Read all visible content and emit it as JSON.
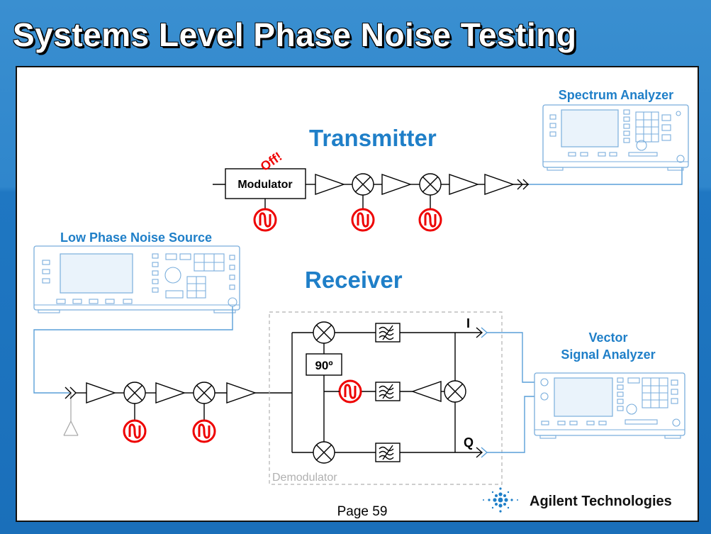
{
  "slide": {
    "title": "Systems Level Phase Noise Testing",
    "page_label": "Page 59",
    "brand": "Agilent Technologies"
  },
  "diagram": {
    "transmitter_label": "Transmitter",
    "receiver_label": "Receiver",
    "spectrum_analyzer_label": "Spectrum Analyzer",
    "low_noise_source_label": "Low Phase Noise Source",
    "vsa_label_line1": "Vector",
    "vsa_label_line2": "Signal Analyzer",
    "modulator_label": "Modulator",
    "off_label": "Off!",
    "phase_shift_label": "90º",
    "demodulator_label": "Demodulator",
    "i_label": "I",
    "q_label": "Q"
  },
  "colors": {
    "title_bar": "#2f86cc",
    "label_blue": "#1f7fc8",
    "source_red": "#e00000",
    "instrument_outline": "#7aaedc",
    "demod_box": "#b0b0b0"
  }
}
